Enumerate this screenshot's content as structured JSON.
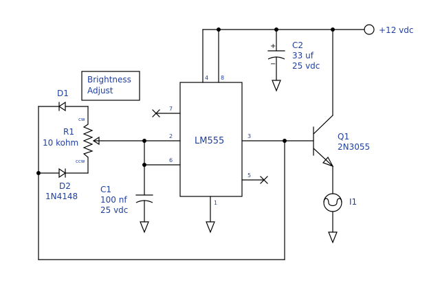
{
  "power": {
    "label": "+12 vdc"
  },
  "note": {
    "line1": "Brightness",
    "line2": "Adjust"
  },
  "ic": {
    "name": "LM555",
    "pins": {
      "p1": "1",
      "p2": "2",
      "p3": "3",
      "p4": "4",
      "p5": "5",
      "p6": "6",
      "p7": "7",
      "p8": "8"
    }
  },
  "d1": {
    "ref": "D1"
  },
  "d2": {
    "ref": "D2",
    "part": "1N4148"
  },
  "r1": {
    "ref": "R1",
    "value": "10 kohm",
    "cw": "cw",
    "ccw": "ccw"
  },
  "c1": {
    "ref": "C1",
    "value": "100 nf",
    "voltage": "25 vdc"
  },
  "c2": {
    "ref": "C2",
    "value": "33 uf",
    "voltage": "25 vdc",
    "plus": "+",
    "minus": "−"
  },
  "q1": {
    "ref": "Q1",
    "part": "2N3055"
  },
  "lamp": {
    "ref": "I1"
  }
}
